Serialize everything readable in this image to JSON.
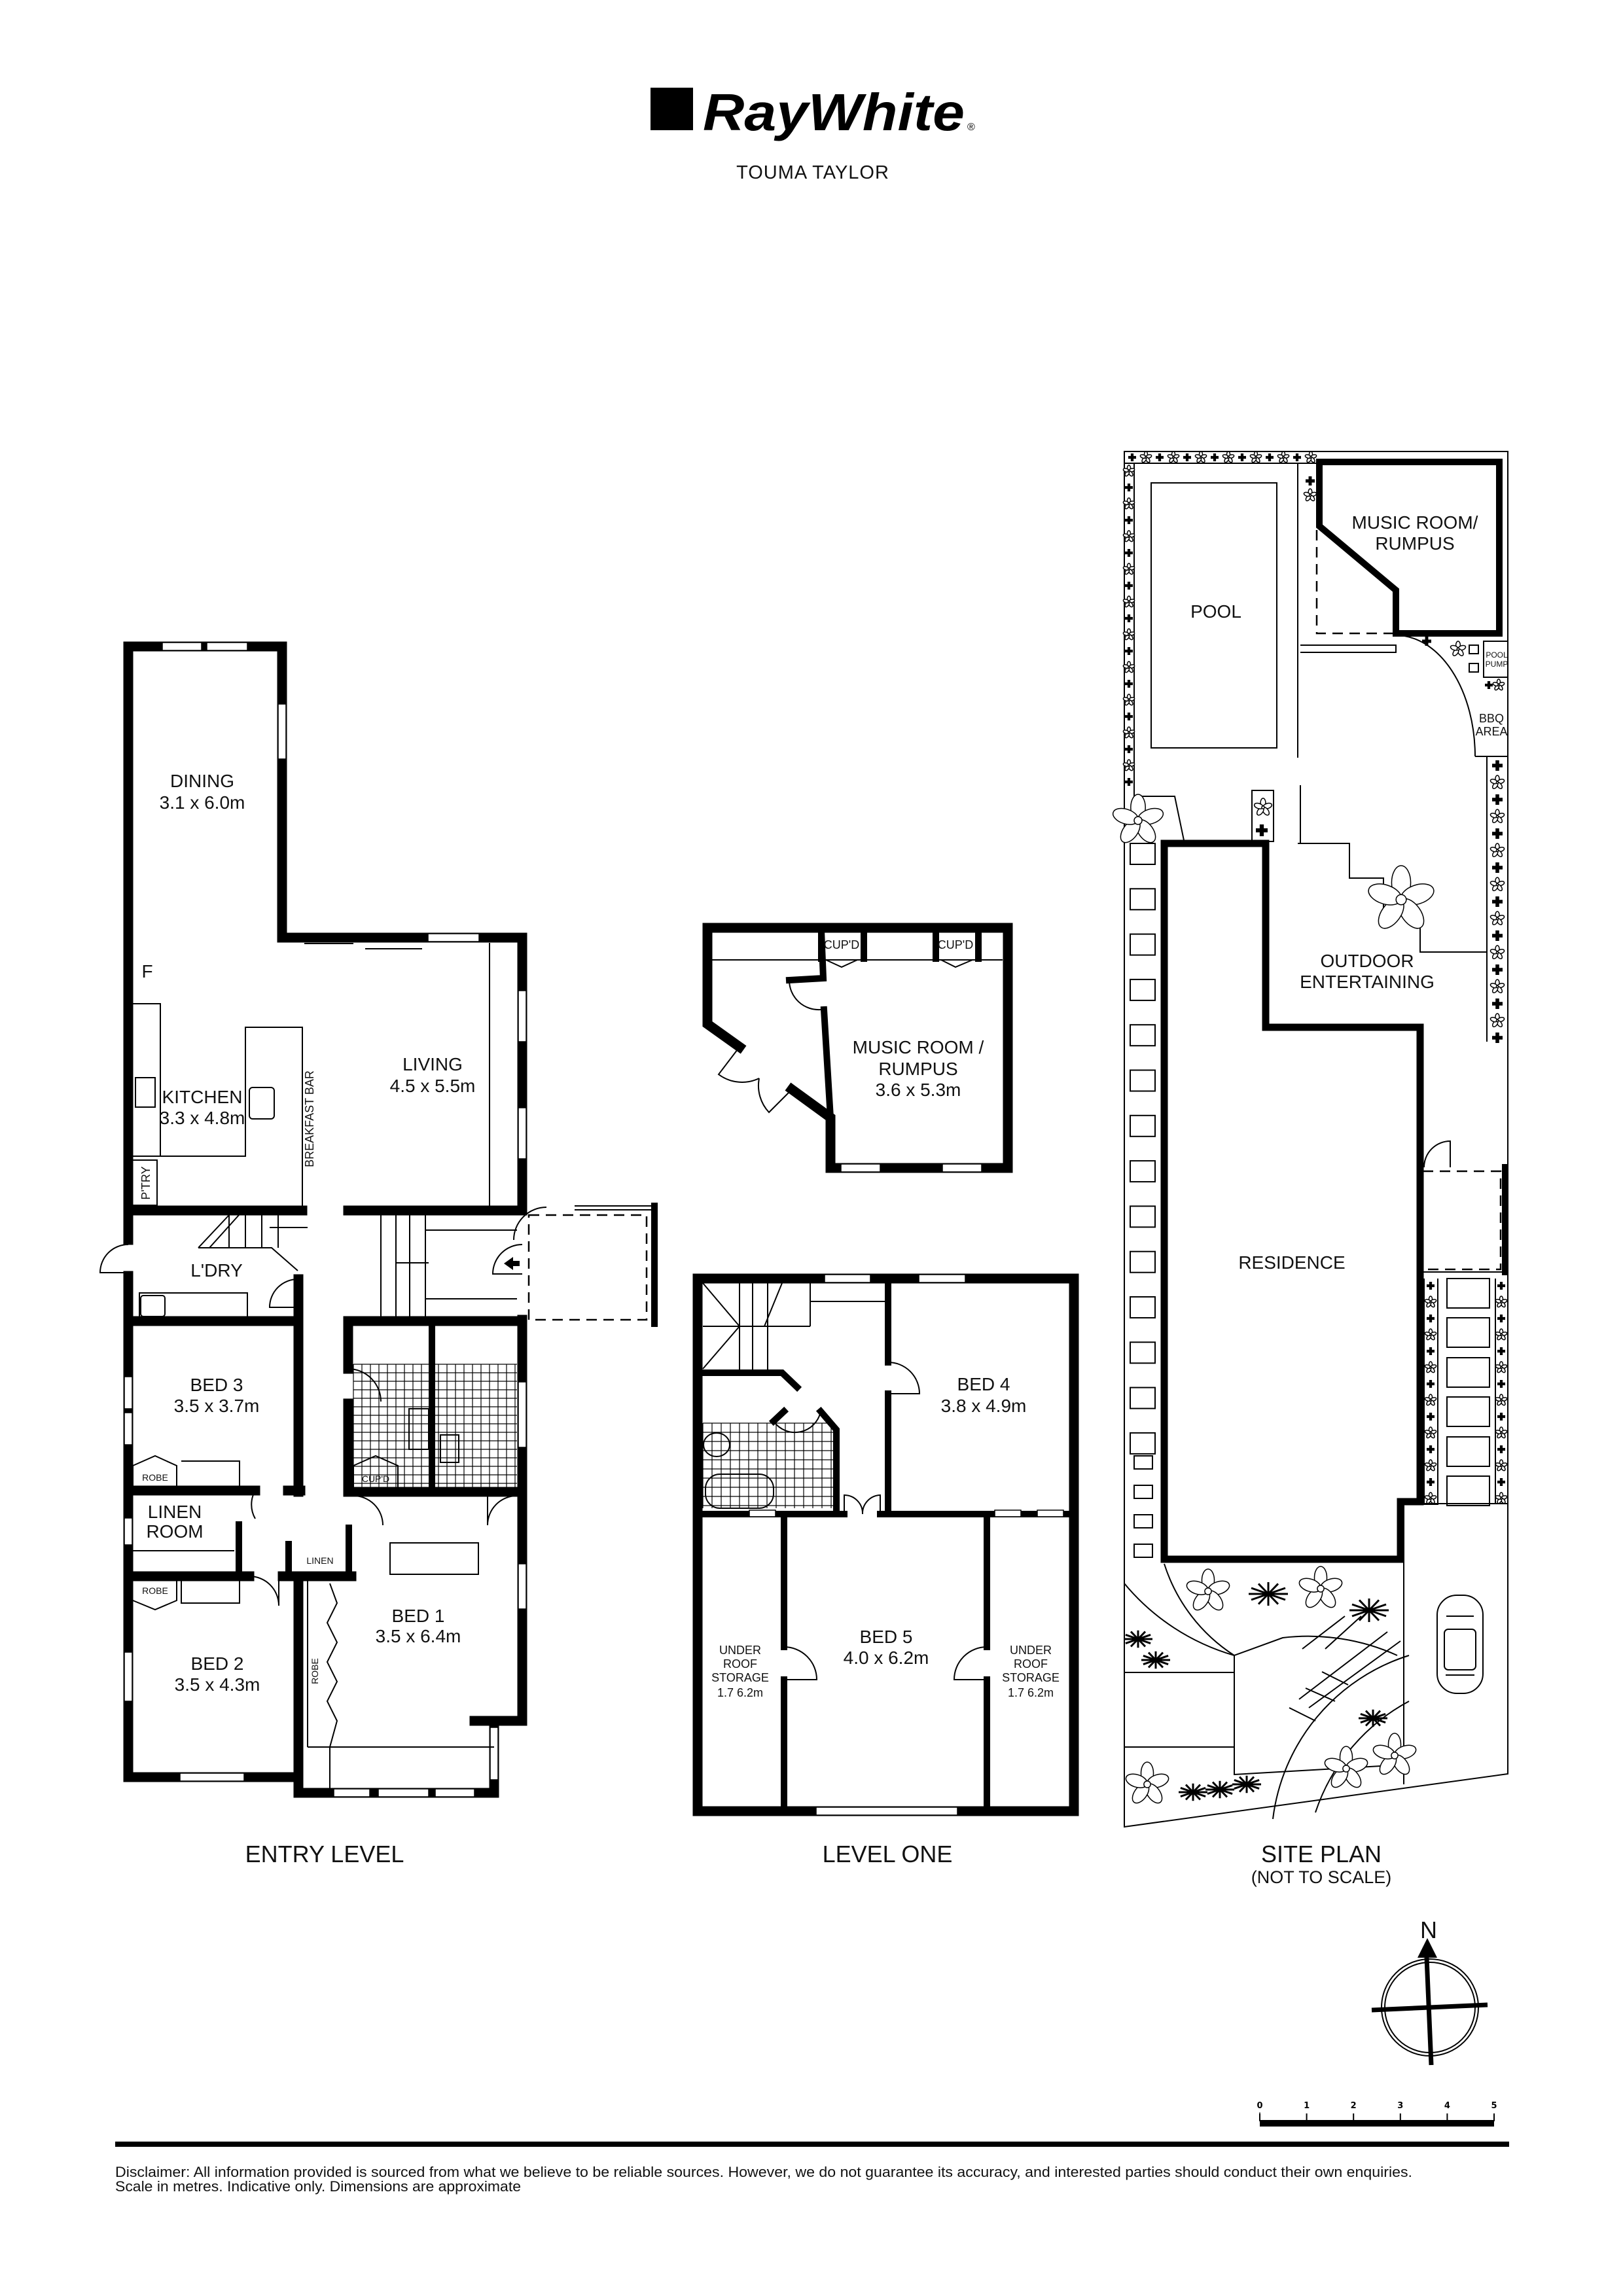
{
  "brand": {
    "logo_text": "RayWhite",
    "registered_mark": "®",
    "office": "TOUMA TAYLOR"
  },
  "entry_level": {
    "title": "ENTRY LEVEL",
    "rooms": [
      {
        "name": "DINING",
        "dims": "3.1 x 6.0m"
      },
      {
        "name": "KITCHEN",
        "dims": "3.3 x 4.8m"
      },
      {
        "name": "LIVING",
        "dims": "4.5 x 5.5m"
      },
      {
        "name": "L'DRY"
      },
      {
        "name": "BED 3",
        "dims": "3.5 x 3.7m"
      },
      {
        "name": "LINEN",
        "name2": "ROOM"
      },
      {
        "name": "BED 2",
        "dims": "3.5 x 4.3m"
      },
      {
        "name": "BED 1",
        "dims": "3.5 x 6.4m"
      }
    ],
    "fixtures": {
      "fridge": "F",
      "breakfast_bar": "BREAKFAST BAR",
      "pantry": "P'TRY",
      "robe": "ROBE",
      "cupboard": "CUP'D",
      "linen": "LINEN"
    }
  },
  "music_room": {
    "name": "MUSIC ROOM /",
    "name2": "RUMPUS",
    "dims": "3.6 x 5.3m",
    "cupboard": "CUP'D"
  },
  "level_one": {
    "title": "LEVEL ONE",
    "rooms": [
      {
        "name": "BED 4",
        "dims": "3.8 x 4.9m"
      },
      {
        "name": "BED 5",
        "dims": "4.0 x 6.2m"
      },
      {
        "lines": [
          "UNDER",
          "ROOF",
          "STORAGE",
          "1.7  6.2m"
        ]
      }
    ]
  },
  "site_plan": {
    "title": "SITE PLAN",
    "subtitle": "(NOT TO SCALE)",
    "labels": {
      "pool": "POOL",
      "music_room": [
        "MUSIC ROOM/",
        "RUMPUS"
      ],
      "pool_pump": [
        "POOL",
        "PUMP"
      ],
      "bbq": [
        "BBQ",
        "AREA"
      ],
      "outdoor": [
        "OUTDOOR",
        "ENTERTAINING"
      ],
      "residence": "RESIDENCE"
    }
  },
  "compass": {
    "north_label": "N"
  },
  "scale_bar": {
    "ticks": [
      "0",
      "1",
      "2",
      "3",
      "4",
      "5"
    ],
    "unit": "metres"
  },
  "disclaimer": {
    "line1": "Disclaimer: All information provided is sourced from what we believe to be reliable sources. However, we do not guarantee  its   accuracy, and interested parties should conduct their own enquiries.",
    "line2": "Scale in metres. Indicative only. Dimensions are approximate"
  },
  "colors": {
    "ink": "#000000",
    "paper": "#ffffff"
  }
}
